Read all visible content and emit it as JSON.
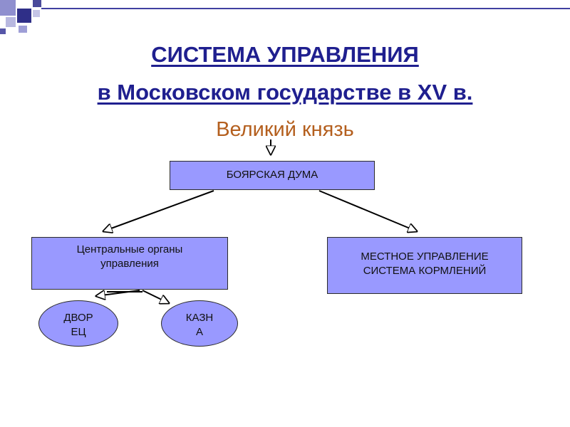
{
  "title": {
    "line1": "СИСТЕМА УПРАВЛЕНИЯ",
    "line2": "в Московском государстве в XV в."
  },
  "ruler": "Великий князь",
  "duma": "БОЯРСКАЯ ДУМА",
  "central": {
    "line1": "Центральные органы",
    "line2": "управления"
  },
  "local": {
    "line1": "МЕСТНОЕ УПРАВЛЕНИЕ",
    "line2": "СИСТЕМА КОРМЛЕНИЙ"
  },
  "dvorets": {
    "line1": "ДВОР",
    "line2": "ЕЦ"
  },
  "kazna": {
    "line1": "КАЗН",
    "line2": "А"
  },
  "colors": {
    "box_fill": "#9999ff",
    "title": "#1f1f8f",
    "ruler": "#b45f1e"
  }
}
